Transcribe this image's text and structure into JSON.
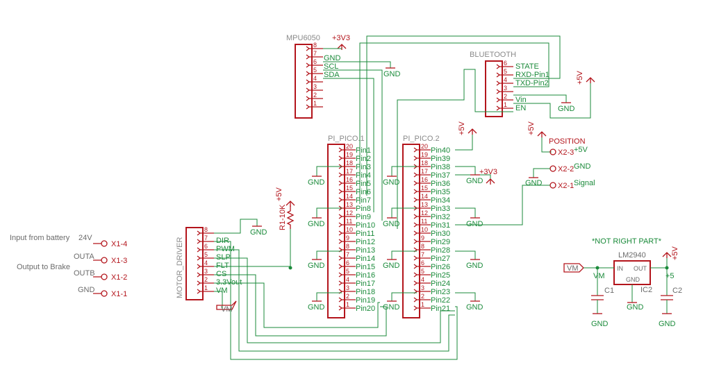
{
  "mpu": {
    "title": "MPU6050",
    "power": "+3V3",
    "pins": [
      "8",
      "7",
      "6",
      "5",
      "4",
      "3",
      "2",
      "1"
    ],
    "nets": [
      "GND",
      "SCL",
      "SDA"
    ],
    "gnd": "GND"
  },
  "bt": {
    "title": "BLUETOOTH",
    "pins": [
      "6",
      "5",
      "4",
      "3",
      "2",
      "1"
    ],
    "nets": [
      "STATE",
      "RXD-Pin1",
      "TXD-Pin2",
      "Vin",
      "EN"
    ],
    "gnd": "GND",
    "power": "+5V"
  },
  "pico1": {
    "title": "PI_PICO.1",
    "pins": [
      "20",
      "19",
      "18",
      "17",
      "16",
      "15",
      "14",
      "13",
      "12",
      "11",
      "10",
      "9",
      "8",
      "7",
      "6",
      "5",
      "4",
      "3",
      "2",
      "1"
    ],
    "labels": [
      "Pin1",
      "Pin2",
      "Pin3",
      "Pin4",
      "Pin5",
      "Pin6",
      "Pin7",
      "Pin8",
      "Pin9",
      "Pin10",
      "Pin11",
      "Pin12",
      "Pin13",
      "Pin14",
      "Pin15",
      "Pin16",
      "Pin17",
      "Pin18",
      "Pin19",
      "Pin20"
    ],
    "gnd": "GND"
  },
  "pico2": {
    "title": "PI_PICO.2",
    "pins": [
      "20",
      "19",
      "18",
      "17",
      "16",
      "15",
      "14",
      "13",
      "12",
      "11",
      "10",
      "9",
      "8",
      "7",
      "6",
      "5",
      "4",
      "3",
      "2",
      "1"
    ],
    "labels": [
      "Pin40",
      "Pin39",
      "Pin38",
      "Pin37",
      "Pin36",
      "Pin35",
      "Pin34",
      "Pin33",
      "Pin32",
      "Pin31",
      "Pin30",
      "Pin29",
      "Pin28",
      "Pin27",
      "Pin26",
      "Pin25",
      "Pin24",
      "Pin23",
      "Pin22",
      "Pin21"
    ],
    "power_5v": "+5V",
    "power_3v3": "+3V3",
    "gnd": "GND"
  },
  "position": {
    "title": "POSITION",
    "power": "+5V",
    "connectors": [
      "X2-3",
      "X2-2",
      "X2-1"
    ],
    "nets": [
      "+5V",
      "GND",
      "Signal"
    ],
    "gnd": "GND"
  },
  "motor": {
    "title": "MOTOR_DRIVER",
    "pins": [
      "8",
      "7",
      "6",
      "5",
      "4",
      "3",
      "2",
      "1"
    ],
    "nets": [
      "DIR",
      "PWM",
      "SLP",
      "FLT",
      "CS",
      "3.3Vout",
      "VM"
    ],
    "gnd": "GND",
    "vm_tag": "VM"
  },
  "resistor": {
    "label": "R1-10K",
    "power": "+5V"
  },
  "battery": {
    "notes": [
      "Input from battery",
      "Output to Brake"
    ],
    "nets": [
      "24V",
      "OUTA",
      "OUTB",
      "GND"
    ],
    "connectors": [
      "X1-4",
      "X1-3",
      "X1-2",
      "X1-1"
    ]
  },
  "regulator": {
    "note": "*NOT RIGHT PART*",
    "name": "LM2940",
    "in_pin": "IN",
    "out_pin": "OUT",
    "gnd_pin": "GND",
    "ref": "IC2",
    "vm_tag": "VM",
    "vm_net": "VM",
    "plus5_net": "+5",
    "power": "+5V",
    "c1": "C1",
    "c2": "C2",
    "gnd": "GND"
  },
  "colors": {
    "component": "#b3141b",
    "wire": "#1a8a3a",
    "title": "#8a8a8a"
  }
}
